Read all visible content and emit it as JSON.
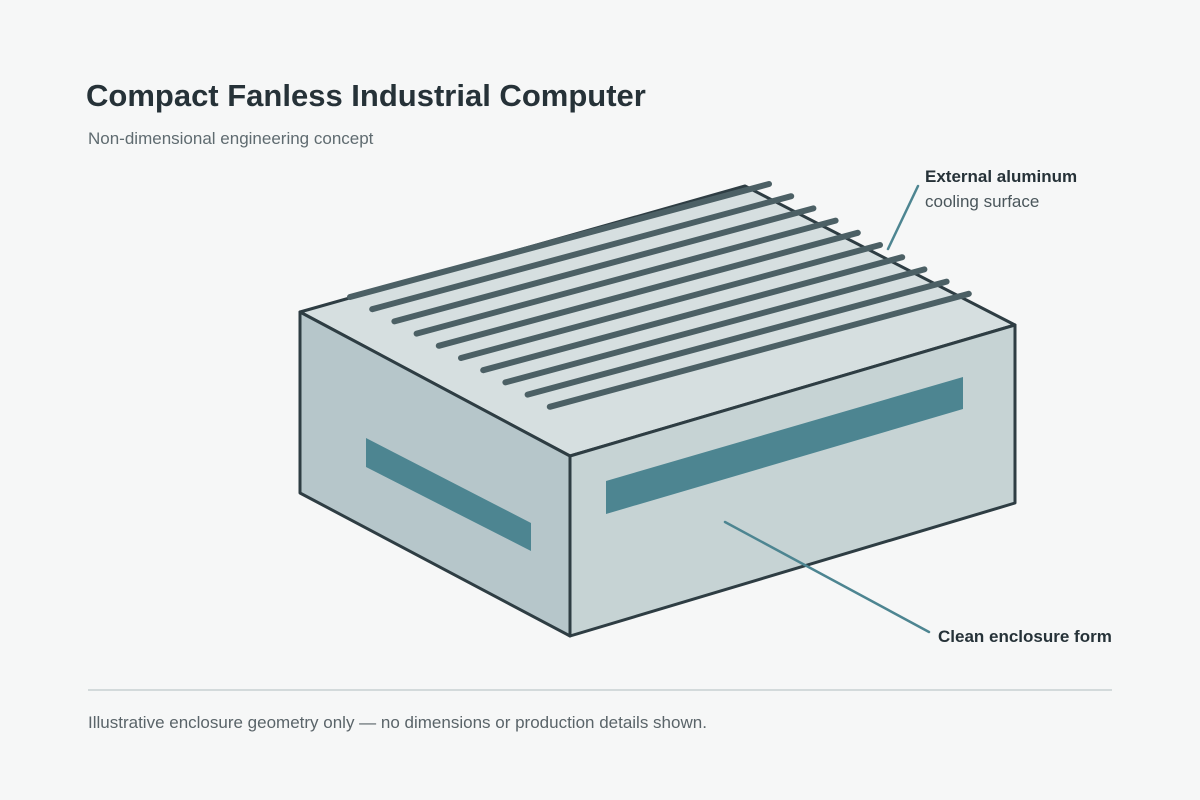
{
  "header": {
    "title": "Compact Fanless Industrial Computer",
    "subtitle": "Non-dimensional engineering concept"
  },
  "callouts": {
    "cooling": {
      "title": "External aluminum",
      "detail": "cooling surface"
    },
    "enclosure": {
      "title": "Clean enclosure form"
    }
  },
  "footer": {
    "note": "Illustrative enclosure geometry only — no dimensions or production details shown."
  },
  "colors": {
    "background": "#f6f7f7",
    "outline": "#2e3d43",
    "top_face": "#d6dfe0",
    "left_face": "#b6c6ca",
    "right_face": "#c6d3d4",
    "fin": "#4c6065",
    "vent_slot": "#4d8591",
    "leader_line": "#4d8591"
  },
  "fins": {
    "count": 10
  }
}
